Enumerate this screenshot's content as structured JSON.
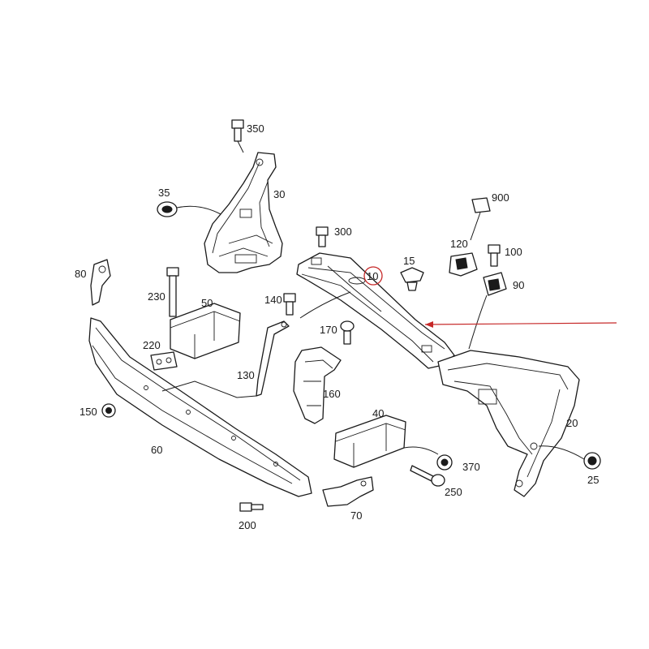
{
  "diagram": {
    "callouts": {
      "c350": "350",
      "c30": "30",
      "c35": "35",
      "c300": "300",
      "c900": "900",
      "c15": "15",
      "c10": "10",
      "c120": "120",
      "c100": "100",
      "c80": "80",
      "c230": "230",
      "c50": "50",
      "c140": "140",
      "c90": "90",
      "c170": "170",
      "c220": "220",
      "c130": "130",
      "c160": "160",
      "c150": "150",
      "c40": "40",
      "c20": "20",
      "c60": "60",
      "c370": "370",
      "c25": "25",
      "c250": "250",
      "c70": "70",
      "c200": "200"
    },
    "highlight": {
      "part": "10",
      "color": "#c62828"
    },
    "line_color": "#1a1a1a",
    "background": "#ffffff"
  }
}
